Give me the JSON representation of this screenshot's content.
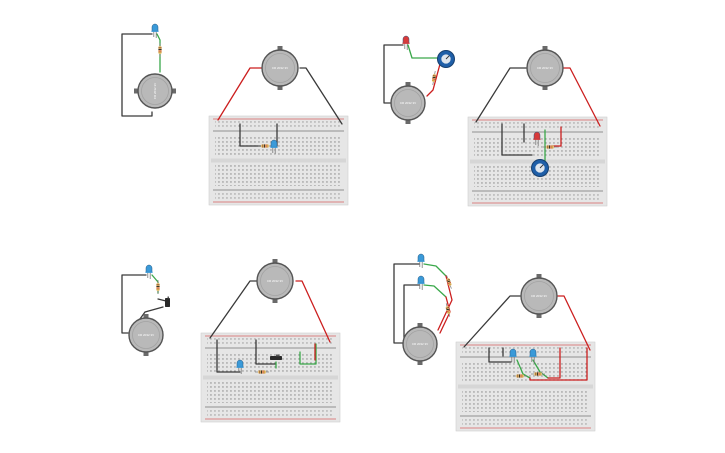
{
  "canvas": {
    "background": "#ffffff"
  },
  "colors": {
    "wire_black": "#3a3a3a",
    "wire_red": "#cc1f1f",
    "wire_green": "#3aa84a",
    "battery_body": "#b9b9b9",
    "battery_rim": "#555555",
    "breadboard": "#e6e6e6",
    "led_blue": "#3a9ad9",
    "led_red": "#d93a3a",
    "pot_blue": "#1f5fa8",
    "resistor": "#e8c27a",
    "switch": "#2a2a2a"
  },
  "battery_label": "CR 2032 3V",
  "icons": [
    "coin-cell-battery-icon",
    "blue-led-icon",
    "red-led-icon",
    "resistor-icon",
    "potentiometer-icon",
    "slide-switch-icon",
    "breadboard-icon"
  ],
  "circuits": [
    {
      "name": "blue LED + resistor",
      "led_colors": [
        "blue"
      ],
      "has_potentiometer": false,
      "has_switch": false
    },
    {
      "name": "red LED + potentiometer",
      "led_colors": [
        "red"
      ],
      "has_potentiometer": true,
      "has_switch": false
    },
    {
      "name": "blue LED + resistor + switch",
      "led_colors": [
        "blue"
      ],
      "has_potentiometer": false,
      "has_switch": true
    },
    {
      "name": "two blue LEDs + resistors",
      "led_colors": [
        "blue",
        "blue"
      ],
      "has_potentiometer": false,
      "has_switch": false
    }
  ]
}
